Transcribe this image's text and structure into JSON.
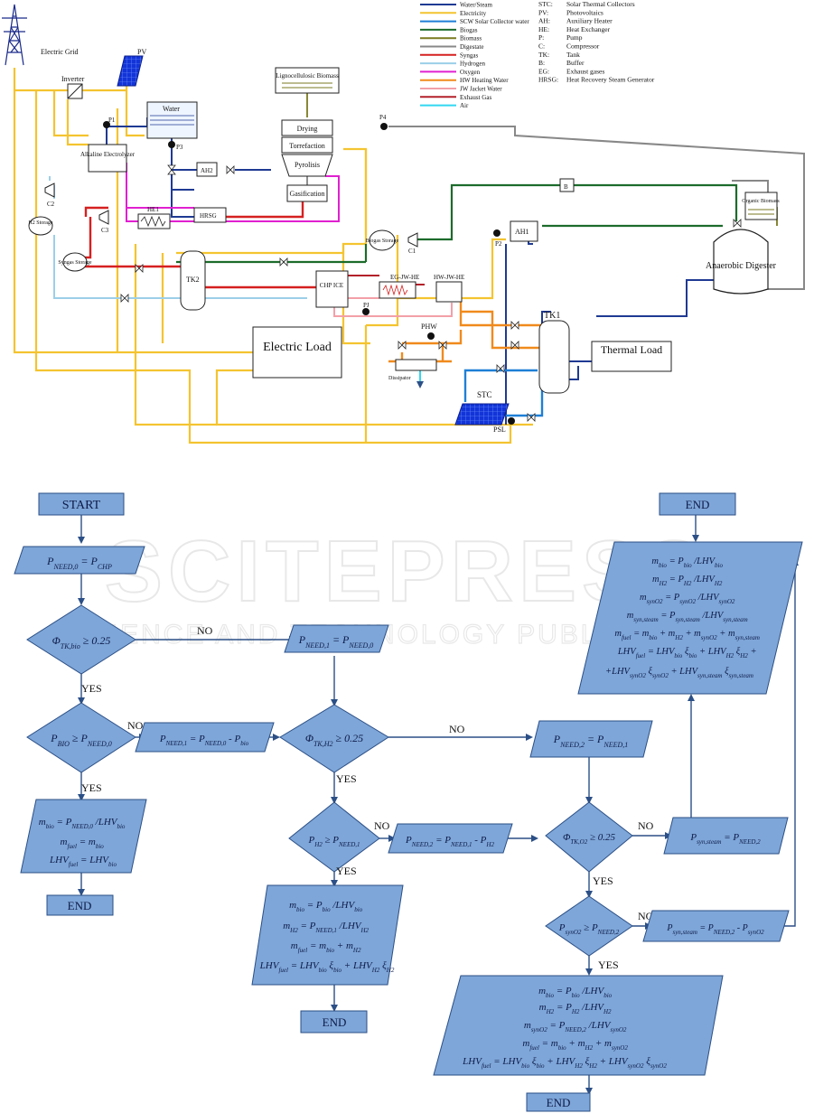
{
  "watermark": {
    "line1": "SCITEPRESS",
    "line2": "SCIENCE AND TECHNOLOGY PUBLICATIONS"
  },
  "colors": {
    "water": "#1f3a93",
    "electricity": "#f4c430",
    "scw": "#1e7fd6",
    "biogas": "#1c6b2b",
    "biomass": "#7a7a20",
    "digestate": "#888888",
    "syngas": "#d62020",
    "hydrogen": "#9ccfe8",
    "oxygen": "#e020d0",
    "hw": "#f08a1c",
    "jw": "#f3a0a8",
    "exhaust": "#b3202a",
    "air": "#30d8f0",
    "flow_fill": "#7ea6d8",
    "flow_stroke": "#2b4f86",
    "stc": "#1234d8"
  },
  "legend": {
    "flows": [
      {
        "label": "Water/Steam",
        "color": "#1f3a93"
      },
      {
        "label": "Electricity",
        "color": "#f4c430"
      },
      {
        "label": "SCW Solar Collector water",
        "color": "#1e7fd6"
      },
      {
        "label": "Biogas",
        "color": "#1c6b2b"
      },
      {
        "label": "Biomass",
        "color": "#7a7a20"
      },
      {
        "label": "Digestate",
        "color": "#888888"
      },
      {
        "label": "Syngas",
        "color": "#d62020"
      },
      {
        "label": "Hydrogen",
        "color": "#9ccfe8"
      },
      {
        "label": "Oxygen",
        "color": "#e020d0"
      },
      {
        "label": "HW Heating Water",
        "color": "#f08a1c"
      },
      {
        "label": "JW Jacket Water",
        "color": "#f3a0a8"
      },
      {
        "label": "Exhaust Gas",
        "color": "#b3202a"
      },
      {
        "label": "Air",
        "color": "#30d8f0"
      }
    ],
    "abbreviations": [
      {
        "abbr": "STC:",
        "text": "Solar Thermal Collectors"
      },
      {
        "abbr": "PV:",
        "text": "Photovoltaics"
      },
      {
        "abbr": "AH:",
        "text": "Auxiliary Heater"
      },
      {
        "abbr": "HE:",
        "text": "Heat Exchanger"
      },
      {
        "abbr": "P:",
        "text": "Pump"
      },
      {
        "abbr": "C:",
        "text": "Compressor"
      },
      {
        "abbr": "TK:",
        "text": "Tank"
      },
      {
        "abbr": "B:",
        "text": "Buffer"
      },
      {
        "abbr": "EG:",
        "text": "Exhaust gases"
      },
      {
        "abbr": "HRSG:",
        "text": "Heat Recovery Steam Generator"
      }
    ]
  },
  "schematic": {
    "electric_grid": "Electric Grid",
    "pv": "PV",
    "inverter": "Inverter",
    "water": "Water",
    "p1": "P1",
    "p3": "P3",
    "p4": "P4",
    "p2": "P2",
    "pj": "PJ",
    "alkaline": "Alkaline Electrolyzer",
    "ah2": "AH2",
    "ah1": "AH1",
    "hrsg": "HRSG",
    "he1": "HE1",
    "c2": "C2",
    "c3": "C3",
    "c1": "C1",
    "h2_storage": "H2 Storage",
    "syngas_storage": "Syngas Storage",
    "tk2": "TK2",
    "lignocellulosic": "Lignocellulosic Biomass",
    "drying": "Drying",
    "torrefaction": "Torrefaction",
    "pyrolisis": "Pyrolisis",
    "gasification": "Gasification",
    "biogas_storage": "Biogas Storage",
    "b": "B",
    "organic_biomass": "Organic Biomass",
    "anaerobic_digester": "Anaerobic Digester",
    "chp_ice": "CHP ICE",
    "eg_jw_he": "EG-JW-HE",
    "hw_jw_he": "HW-JW-HE",
    "phw": "PHW",
    "dissipator": "Dissipator",
    "tk1": "TK1",
    "thermal_load": "Thermal Load",
    "electric_load": "Electric Load",
    "stc": "STC",
    "psl": "PSL"
  },
  "flowchart": {
    "start": "START",
    "end": "END",
    "yes": "YES",
    "no": "NO",
    "p_need0_eq": "P_NEED,0 = P_CHP",
    "phi_bio": "Φ_TK,bio ≥ 0.25",
    "p1_eq_p0": "P_NEED,1 = P_NEED,0",
    "pbio_ge": "P_BIO ≥ P_NEED,0",
    "p1_minus_bio": "P_NEED,1 = P_NEED,0 - P_bio",
    "phi_h2": "Φ_TK,H2 ≥ 0.25",
    "p2_eq_p1": "P_NEED,2 = P_NEED,1",
    "bio_only": [
      "m_bio = P_NEED,0 /LHV_bio",
      "m_fuel = m_bio",
      "LHV_fuel = LHV_bio"
    ],
    "ph2_ge": "P_H2 ≥ P_NEED,1",
    "p2_minus_h2": "P_NEED,2 = P_NEED,1 - P_H2",
    "phi_o2": "Φ_TK,O2 ≥ 0.25",
    "psyn_eq_p2": "P_syn,steam = P_NEED,2",
    "bio_h2": [
      "m_bio = P_bio /LHV_bio",
      "m_H2 = P_NEED,1 /LHV_H2",
      "m_fuel = m_bio + m_H2",
      "LHV_fuel = LHV_bio ξ_bio + LHV_H2 ξ_H2"
    ],
    "psyno2_ge": "P_synO2 ≥ P_NEED,2",
    "psyn_minus": "P_syn,steam = P_NEED,2 - P_synO2",
    "bio_h2_o2": [
      "m_bio = P_bio /LHV_bio",
      "m_H2 = P_H2 /LHV_H2",
      "m_synO2 = P_NEED,2 /LHV_synO2",
      "m_fuel = m_bio + m_H2 + m_synO2",
      "LHV_fuel = LHV_bio ξ_bio + LHV_H2 ξ_H2 + LHV_synO2 ξ_synO2"
    ],
    "all_fuels": [
      "m_bio = P_bio /LHV_bio",
      "m_H2 = P_H2 /LHV_H2",
      "m_synO2 = P_synO2 /LHV_synO2",
      "m_syn,steam = P_syn,steam /LHV_syn,steam",
      "m_fuel = m_bio + m_H2 + m_synO2 + m_syn,steam",
      "LHV_fuel = LHV_bio ξ_bio + LHV_H2 ξ_H2 +",
      "+LHV_synO2 ξ_synO2 + LHV_syn,steam ξ_syn,steam"
    ]
  }
}
